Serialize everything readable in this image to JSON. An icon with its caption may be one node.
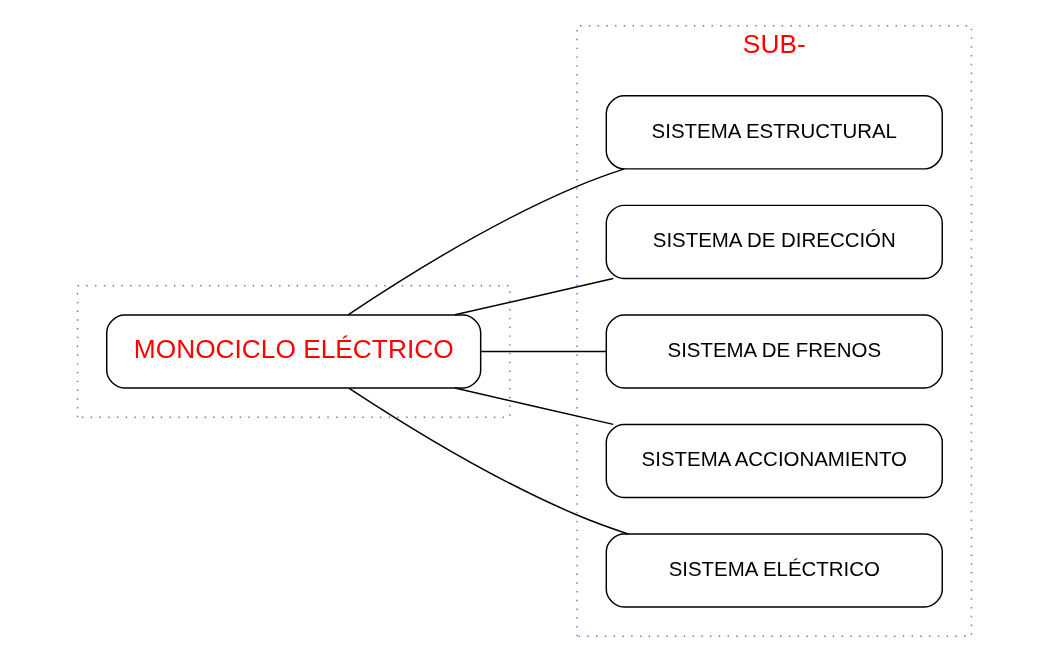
{
  "diagram": {
    "nodes": [
      {
        "text": [],
        "shape": "box"
      },
      {
        "text": [
          "MONOCICLO ELÉCTRICO"
        ],
        "in": 0
      },
      {
        "text": [
          "SUB-"
        ]
      },
      {
        "text": [
          "SISTEMA ESTRUCTURAL"
        ],
        "in": 2
      },
      {
        "text": [
          "SISTEMA DE DIRECCIÓN"
        ],
        "in": 2
      },
      {
        "text": [
          "SISTEMA DE FRENOS"
        ],
        "in": 2
      },
      {
        "text": [
          "SISTEMA ACCIONAMIENTO"
        ],
        "in": 2
      },
      {
        "text": [
          "SISTEMA ELÉCTRICO"
        ],
        "in": 2
      }
    ],
    "edges": [
      {
        "from": 1,
        "to": 3,
        "arrow": "none"
      },
      {
        "from": 1,
        "to": 4,
        "arrow": "none"
      },
      {
        "from": 1,
        "to": 5,
        "arrow": "none"
      },
      {
        "from": 1,
        "to": 6,
        "arrow": "none"
      },
      {
        "from": 1,
        "to": 7,
        "arrow": "none"
      }
    ]
  }
}
